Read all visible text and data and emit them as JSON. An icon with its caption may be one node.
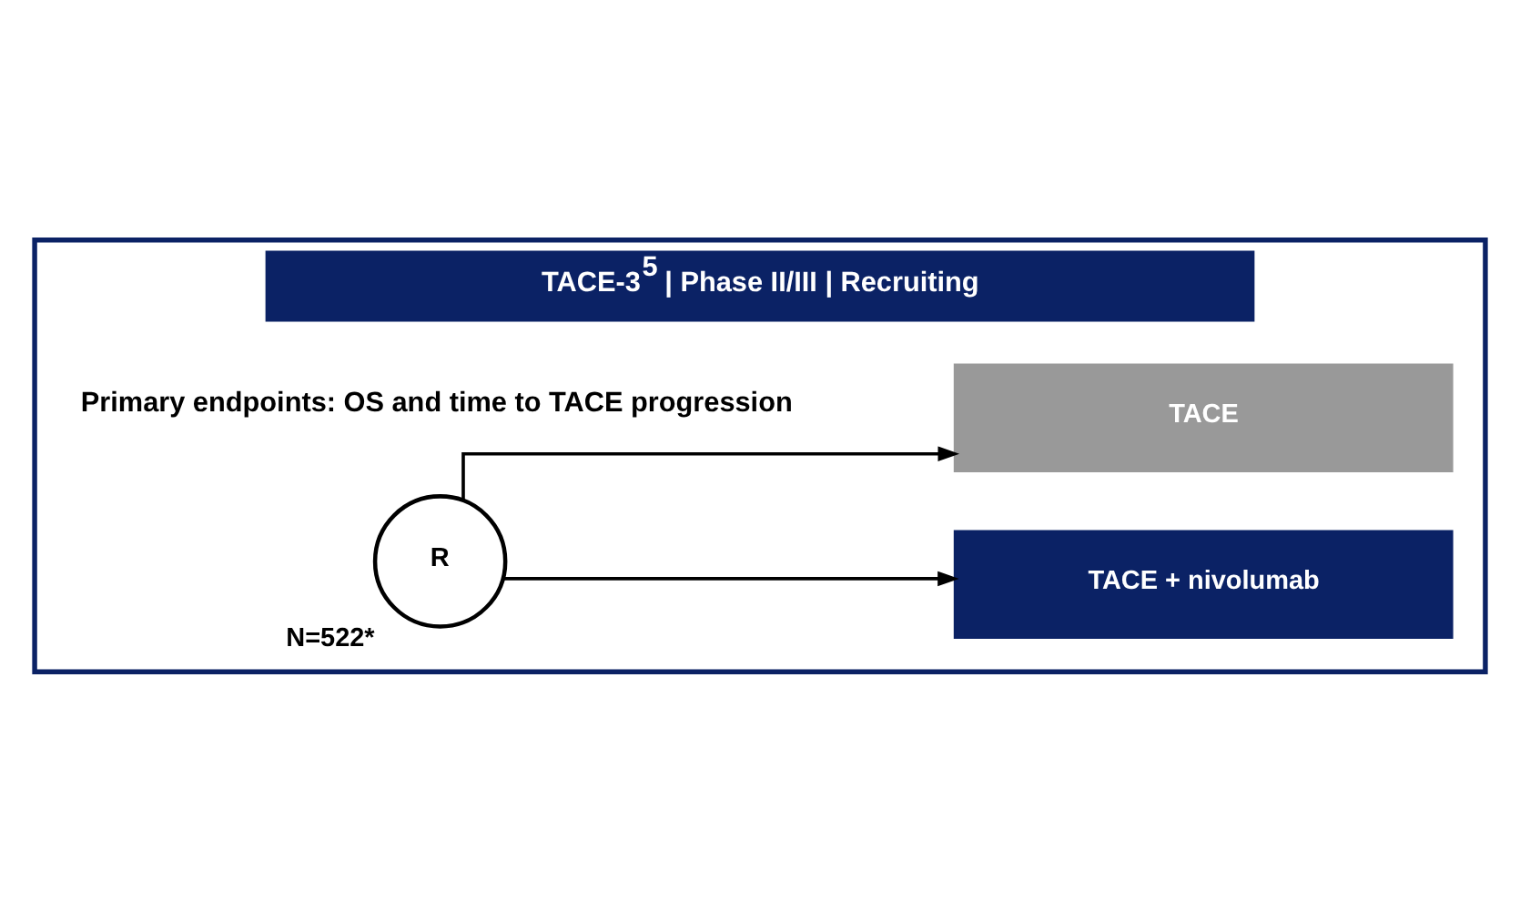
{
  "diagram": {
    "nodes": [
      {
        "text": [
          "TACE-3$^{5}$ | Phase II/III | Recruiting"
        ]
      },
      {
        "text": [
          "R"
        ],
        "in": 0,
        "beside": [
          "N=522*"
        ]
      },
      {
        "text": [
          "TACE + nivolumab"
        ],
        "in": 0
      },
      {
        "text": [
          "TACE"
        ],
        "in": 0
      }
    ],
    "edges": [
      {
        "from": 1,
        "to": 2,
        "arrow": "to"
      },
      {
        "from": 1,
        "to": 3,
        "arrow": "to"
      }
    ],
    "labels": [
      "Primary endpoints: OS and time to TACE progression"
    ]
  }
}
